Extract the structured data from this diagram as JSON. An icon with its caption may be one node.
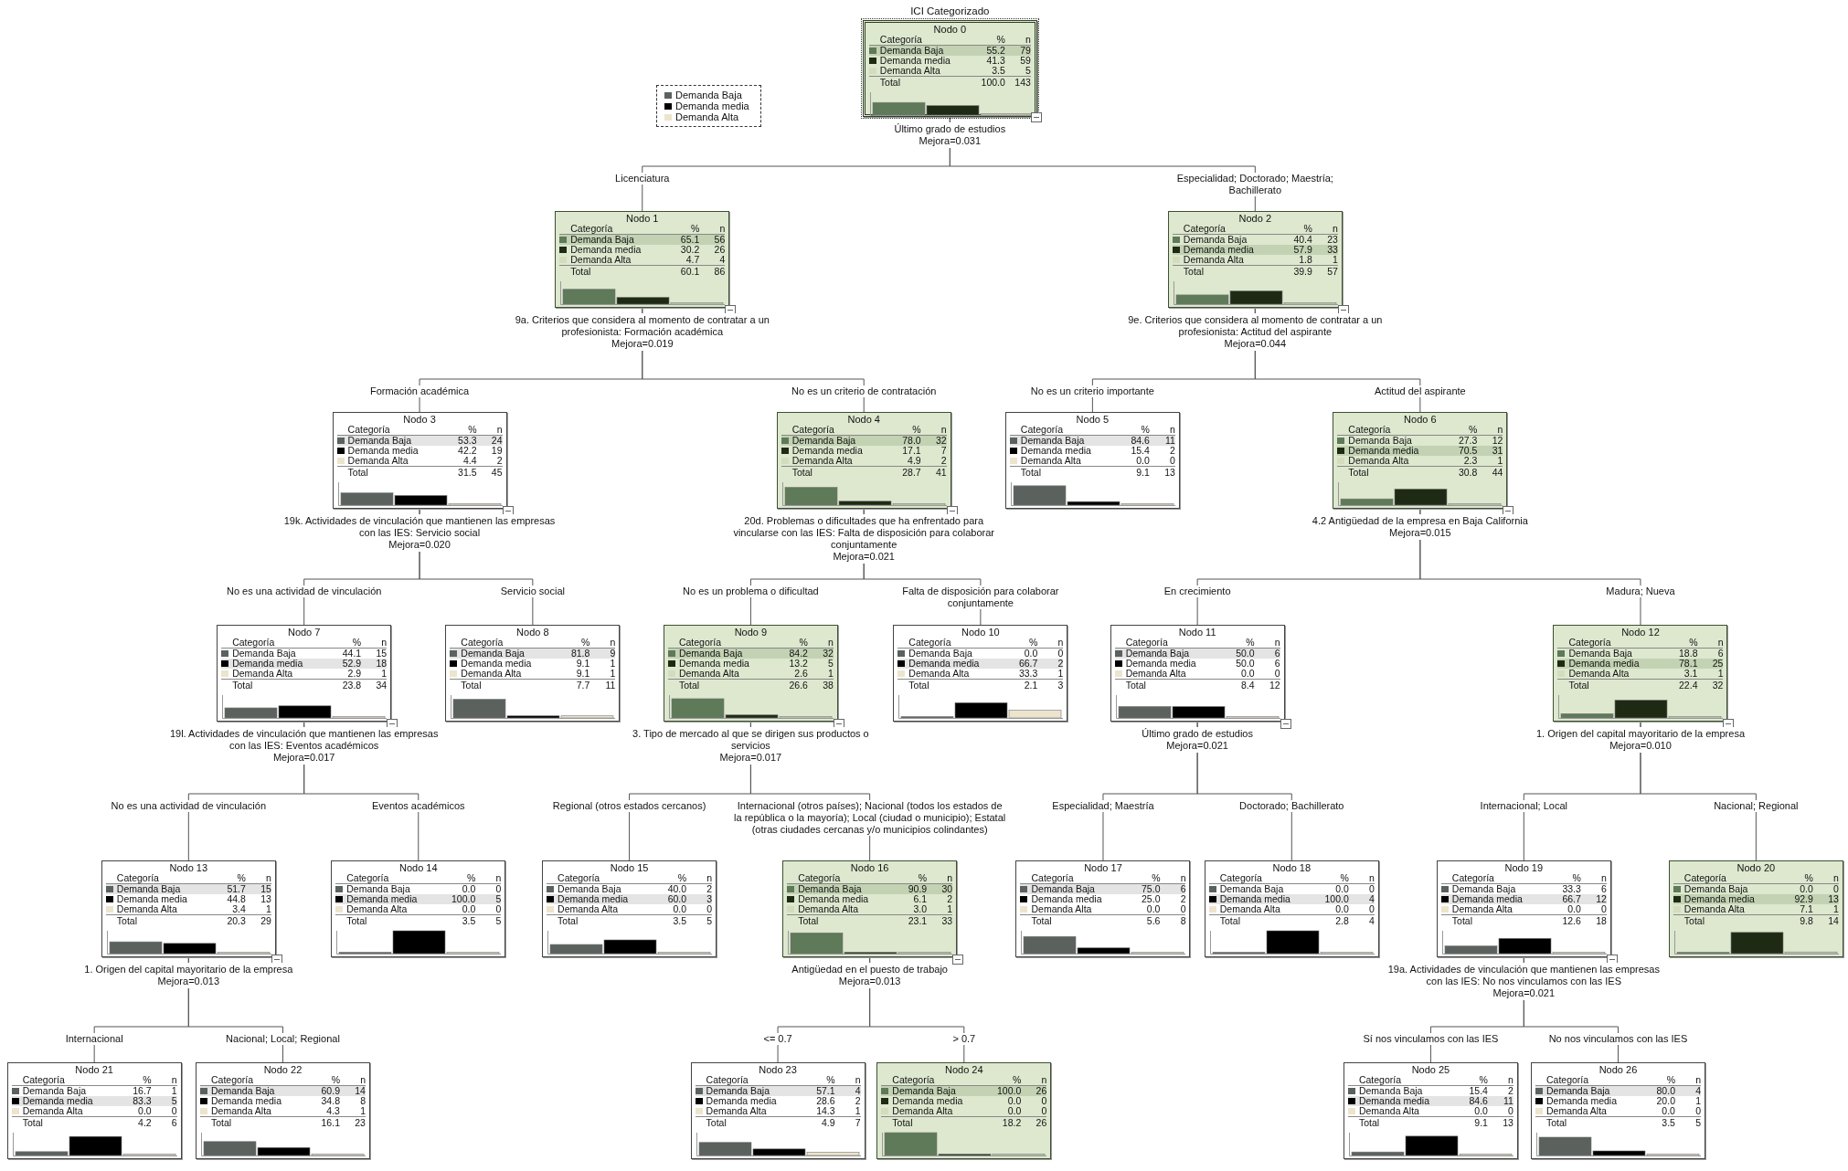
{
  "diagram": {
    "title": "ICI Categorizado",
    "nodes": [
      {
        "text": [
          "Nodo 0",
          "Categoría",
          "%",
          "n",
          "Demanda Baja",
          "55.2",
          "79",
          "Demanda media",
          "41.3",
          "59",
          "Demanda Alta",
          "3.5",
          "5",
          "Total",
          "100.0",
          "143"
        ],
        "beside": [
          "Último grado de estudios",
          "Mejora=0.031"
        ]
      },
      {
        "text": [
          "Nodo 1",
          "Categoría",
          "%",
          "n",
          "Demanda Baja",
          "65.1",
          "56",
          "Demanda media",
          "30.2",
          "26",
          "Demanda Alta",
          "4.7",
          "4",
          "Total",
          "60.1",
          "86"
        ],
        "beside": [
          "9a. Criterios que considera al momento de contratar a un profesionista: Formación académica",
          "Mejora=0.019"
        ]
      },
      {
        "text": [
          "Nodo 2",
          "Categoría",
          "%",
          "n",
          "Demanda Baja",
          "40.4",
          "23",
          "Demanda media",
          "57.9",
          "33",
          "Demanda Alta",
          "1.8",
          "1",
          "Total",
          "39.9",
          "57"
        ],
        "beside": [
          "9e. Criterios que considera al momento de contratar a un profesionista: Actitud del aspirante",
          "Mejora=0.044"
        ]
      },
      {
        "text": [
          "Nodo 3",
          "Categoría",
          "%",
          "n",
          "Demanda Baja",
          "53.3",
          "24",
          "Demanda media",
          "42.2",
          "19",
          "Demanda Alta",
          "4.4",
          "2",
          "Total",
          "31.5",
          "45"
        ],
        "beside": [
          "19k. Actividades de vinculación que mantienen las empresas con las IES: Servicio social",
          "Mejora=0.020"
        ]
      },
      {
        "text": [
          "Nodo 4",
          "Categoría",
          "%",
          "n",
          "Demanda Baja",
          "78.0",
          "32",
          "Demanda media",
          "17.1",
          "7",
          "Demanda Alta",
          "4.9",
          "2",
          "Total",
          "28.7",
          "41"
        ],
        "beside": [
          "20d. Problemas o dificultades que ha enfrentado para vincularse con las IES: Falta de disposición para colaborar conjuntamente",
          "Mejora=0.021"
        ]
      },
      {
        "text": [
          "Nodo 5",
          "Categoría",
          "%",
          "n",
          "Demanda Baja",
          "84.6",
          "11",
          "Demanda media",
          "15.4",
          "2",
          "Demanda Alta",
          "0.0",
          "0",
          "Total",
          "9.1",
          "13"
        ]
      },
      {
        "text": [
          "Nodo 6",
          "Categoría",
          "%",
          "n",
          "Demanda Baja",
          "27.3",
          "12",
          "Demanda media",
          "70.5",
          "31",
          "Demanda Alta",
          "2.3",
          "1",
          "Total",
          "30.8",
          "44"
        ],
        "beside": [
          "4.2 Antigüedad de la empresa en Baja California",
          "Mejora=0.015"
        ]
      },
      {
        "text": [
          "Nodo 7",
          "Categoría",
          "%",
          "n",
          "Demanda Baja",
          "44.1",
          "15",
          "Demanda media",
          "52.9",
          "18",
          "Demanda Alta",
          "2.9",
          "1",
          "Total",
          "23.8",
          "34"
        ],
        "beside": [
          "19l. Actividades de vinculación que mantienen las empresas con las IES: Eventos académicos",
          "Mejora=0.017"
        ]
      },
      {
        "text": [
          "Nodo 8",
          "Categoría",
          "%",
          "n",
          "Demanda Baja",
          "81.8",
          "9",
          "Demanda media",
          "9.1",
          "1",
          "Demanda Alta",
          "9.1",
          "1",
          "Total",
          "7.7",
          "11"
        ]
      },
      {
        "text": [
          "Nodo 9",
          "Categoría",
          "%",
          "n",
          "Demanda Baja",
          "84.2",
          "32",
          "Demanda media",
          "13.2",
          "5",
          "Demanda Alta",
          "2.6",
          "1",
          "Total",
          "26.6",
          "38"
        ],
        "beside": [
          "3. Tipo de mercado al que se dirigen sus productos o servicios",
          "Mejora=0.017"
        ]
      },
      {
        "text": [
          "Nodo 10",
          "Categoría",
          "%",
          "n",
          "Demanda Baja",
          "0.0",
          "0",
          "Demanda media",
          "66.7",
          "2",
          "Demanda Alta",
          "33.3",
          "1",
          "Total",
          "2.1",
          "3"
        ]
      },
      {
        "text": [
          "Nodo 11",
          "Categoría",
          "%",
          "n",
          "Demanda Baja",
          "50.0",
          "6",
          "Demanda media",
          "50.0",
          "6",
          "Demanda Alta",
          "0.0",
          "0",
          "Total",
          "8.4",
          "12"
        ],
        "beside": [
          "Último grado de estudios",
          "Mejora=0.021"
        ]
      },
      {
        "text": [
          "Nodo 12",
          "Categoría",
          "%",
          "n",
          "Demanda Baja",
          "18.8",
          "6",
          "Demanda media",
          "78.1",
          "25",
          "Demanda Alta",
          "3.1",
          "1",
          "Total",
          "22.4",
          "32"
        ],
        "beside": [
          "1. Origen del capital mayoritario de la empresa",
          "Mejora=0.010"
        ]
      },
      {
        "text": [
          "Nodo 13",
          "Categoría",
          "%",
          "n",
          "Demanda Baja",
          "51.7",
          "15",
          "Demanda media",
          "44.8",
          "13",
          "Demanda Alta",
          "3.4",
          "1",
          "Total",
          "20.3",
          "29"
        ],
        "beside": [
          "1. Origen del capital mayoritario de la empresa",
          "Mejora=0.013"
        ]
      },
      {
        "text": [
          "Nodo 14",
          "Categoría",
          "%",
          "n",
          "Demanda Baja",
          "0.0",
          "0",
          "Demanda media",
          "100.0",
          "5",
          "Demanda Alta",
          "0.0",
          "0",
          "Total",
          "3.5",
          "5"
        ]
      },
      {
        "text": [
          "Nodo 15",
          "Categoría",
          "%",
          "n",
          "Demanda Baja",
          "40.0",
          "2",
          "Demanda media",
          "60.0",
          "3",
          "Demanda Alta",
          "0.0",
          "0",
          "Total",
          "3.5",
          "5"
        ]
      },
      {
        "text": [
          "Nodo 16",
          "Categoría",
          "%",
          "n",
          "Demanda Baja",
          "90.9",
          "30",
          "Demanda media",
          "6.1",
          "2",
          "Demanda Alta",
          "3.0",
          "1",
          "Total",
          "23.1",
          "33"
        ],
        "beside": [
          "Antigüedad en el puesto de trabajo",
          "Mejora=0.013"
        ]
      },
      {
        "text": [
          "Nodo 17",
          "Categoría",
          "%",
          "n",
          "Demanda Baja",
          "75.0",
          "6",
          "Demanda media",
          "25.0",
          "2",
          "Demanda Alta",
          "0.0",
          "0",
          "Total",
          "5.6",
          "8"
        ]
      },
      {
        "text": [
          "Nodo 18",
          "Categoría",
          "%",
          "n",
          "Demanda Baja",
          "0.0",
          "0",
          "Demanda media",
          "100.0",
          "4",
          "Demanda Alta",
          "0.0",
          "0",
          "Total",
          "2.8",
          "4"
        ]
      },
      {
        "text": [
          "Nodo 19",
          "Categoría",
          "%",
          "n",
          "Demanda Baja",
          "33.3",
          "6",
          "Demanda media",
          "66.7",
          "12",
          "Demanda Alta",
          "0.0",
          "0",
          "Total",
          "12.6",
          "18"
        ],
        "beside": [
          "19a. Actividades de vinculación que mantienen las empresas con las IES: No nos vinculamos con las IES",
          "Mejora=0.021"
        ]
      },
      {
        "text": [
          "Nodo 20",
          "Categoría",
          "%",
          "n",
          "Demanda Baja",
          "0.0",
          "0",
          "Demanda media",
          "92.9",
          "13",
          "Demanda Alta",
          "7.1",
          "1",
          "Total",
          "9.8",
          "14"
        ]
      },
      {
        "text": [
          "Nodo 21",
          "Categoría",
          "%",
          "n",
          "Demanda Baja",
          "16.7",
          "1",
          "Demanda media",
          "83.3",
          "5",
          "Demanda Alta",
          "0.0",
          "0",
          "Total",
          "4.2",
          "6"
        ]
      },
      {
        "text": [
          "Nodo 22",
          "Categoría",
          "%",
          "n",
          "Demanda Baja",
          "60.9",
          "14",
          "Demanda media",
          "34.8",
          "8",
          "Demanda Alta",
          "4.3",
          "1",
          "Total",
          "16.1",
          "23"
        ]
      },
      {
        "text": [
          "Nodo 23",
          "Categoría",
          "%",
          "n",
          "Demanda Baja",
          "57.1",
          "4",
          "Demanda media",
          "28.6",
          "2",
          "Demanda Alta",
          "14.3",
          "1",
          "Total",
          "4.9",
          "7"
        ]
      },
      {
        "text": [
          "Nodo 24",
          "Categoría",
          "%",
          "n",
          "Demanda Baja",
          "100.0",
          "26",
          "Demanda media",
          "0.0",
          "0",
          "Demanda Alta",
          "0.0",
          "0",
          "Total",
          "18.2",
          "26"
        ]
      },
      {
        "text": [
          "Nodo 25",
          "Categoría",
          "%",
          "n",
          "Demanda Baja",
          "15.4",
          "2",
          "Demanda media",
          "84.6",
          "11",
          "Demanda Alta",
          "0.0",
          "0",
          "Total",
          "9.1",
          "13"
        ]
      },
      {
        "text": [
          "Nodo 26",
          "Categoría",
          "%",
          "n",
          "Demanda Baja",
          "80.0",
          "4",
          "Demanda media",
          "20.0",
          "1",
          "Demanda Alta",
          "0.0",
          "0",
          "Total",
          "3.5",
          "5"
        ]
      }
    ],
    "edges": [
      {
        "from": 0,
        "to": 1,
        "arrow": "none",
        "label": "Licenciatura"
      },
      {
        "from": 0,
        "to": 2,
        "arrow": "none",
        "label": "Especialidad; Doctorado; Maestría; Bachillerato"
      },
      {
        "from": 1,
        "to": 3,
        "arrow": "none",
        "label": "Formación académica"
      },
      {
        "from": 1,
        "to": 4,
        "arrow": "none",
        "label": "No es un criterio de contratación"
      },
      {
        "from": 2,
        "to": 5,
        "arrow": "none",
        "label": "No es un criterio importante"
      },
      {
        "from": 2,
        "to": 6,
        "arrow": "none",
        "label": "Actitud del aspirante"
      },
      {
        "from": 3,
        "to": 7,
        "arrow": "none",
        "label": "No es una actividad de vinculación"
      },
      {
        "from": 3,
        "to": 8,
        "arrow": "none",
        "label": "Servicio social"
      },
      {
        "from": 4,
        "to": 9,
        "arrow": "none",
        "label": "No es un problema o dificultad"
      },
      {
        "from": 4,
        "to": 10,
        "arrow": "none",
        "label": "Falta de disposición para colaborar conjuntamente"
      },
      {
        "from": 6,
        "to": 11,
        "arrow": "none",
        "label": "En crecimiento"
      },
      {
        "from": 6,
        "to": 12,
        "arrow": "none",
        "label": "Madura; Nueva"
      },
      {
        "from": 7,
        "to": 13,
        "arrow": "none",
        "label": "No es una actividad de vinculación"
      },
      {
        "from": 7,
        "to": 14,
        "arrow": "none",
        "label": "Eventos académicos"
      },
      {
        "from": 9,
        "to": 15,
        "arrow": "none",
        "label": "Regional (otros estados cercanos)"
      },
      {
        "from": 9,
        "to": 16,
        "arrow": "none",
        "label": "Internacional (otros países); Nacional (todos los estados de la república o la mayoría); Local (ciudad o municipio); Estatal (otras ciudades cercanas y/o municipios colindantes)"
      },
      {
        "from": 11,
        "to": 17,
        "arrow": "none",
        "label": "Especialidad; Maestría"
      },
      {
        "from": 11,
        "to": 18,
        "arrow": "none",
        "label": "Doctorado; Bachillerato"
      },
      {
        "from": 12,
        "to": 19,
        "arrow": "none",
        "label": "Internacional; Local"
      },
      {
        "from": 12,
        "to": 20,
        "arrow": "none",
        "label": "Nacional; Regional"
      },
      {
        "from": 13,
        "to": 21,
        "arrow": "none",
        "label": "Internacional"
      },
      {
        "from": 13,
        "to": 22,
        "arrow": "none",
        "label": "Nacional; Local; Regional"
      },
      {
        "from": 16,
        "to": 23,
        "arrow": "none",
        "label": "<= 0.7"
      },
      {
        "from": 16,
        "to": 24,
        "arrow": "none",
        "label": "> 0.7"
      },
      {
        "from": 19,
        "to": 25,
        "arrow": "none",
        "label": "Sí nos vinculamos con las IES"
      },
      {
        "from": 19,
        "to": 26,
        "arrow": "none",
        "label": "No nos vinculamos con las IES"
      }
    ],
    "legend": [
      {
        "text": "Demanda Baja",
        "color": "#5b625e"
      },
      {
        "text": "Demanda media",
        "color": "#000000"
      },
      {
        "text": "Demanda Alta",
        "color": "#ece4cc"
      }
    ]
  }
}
